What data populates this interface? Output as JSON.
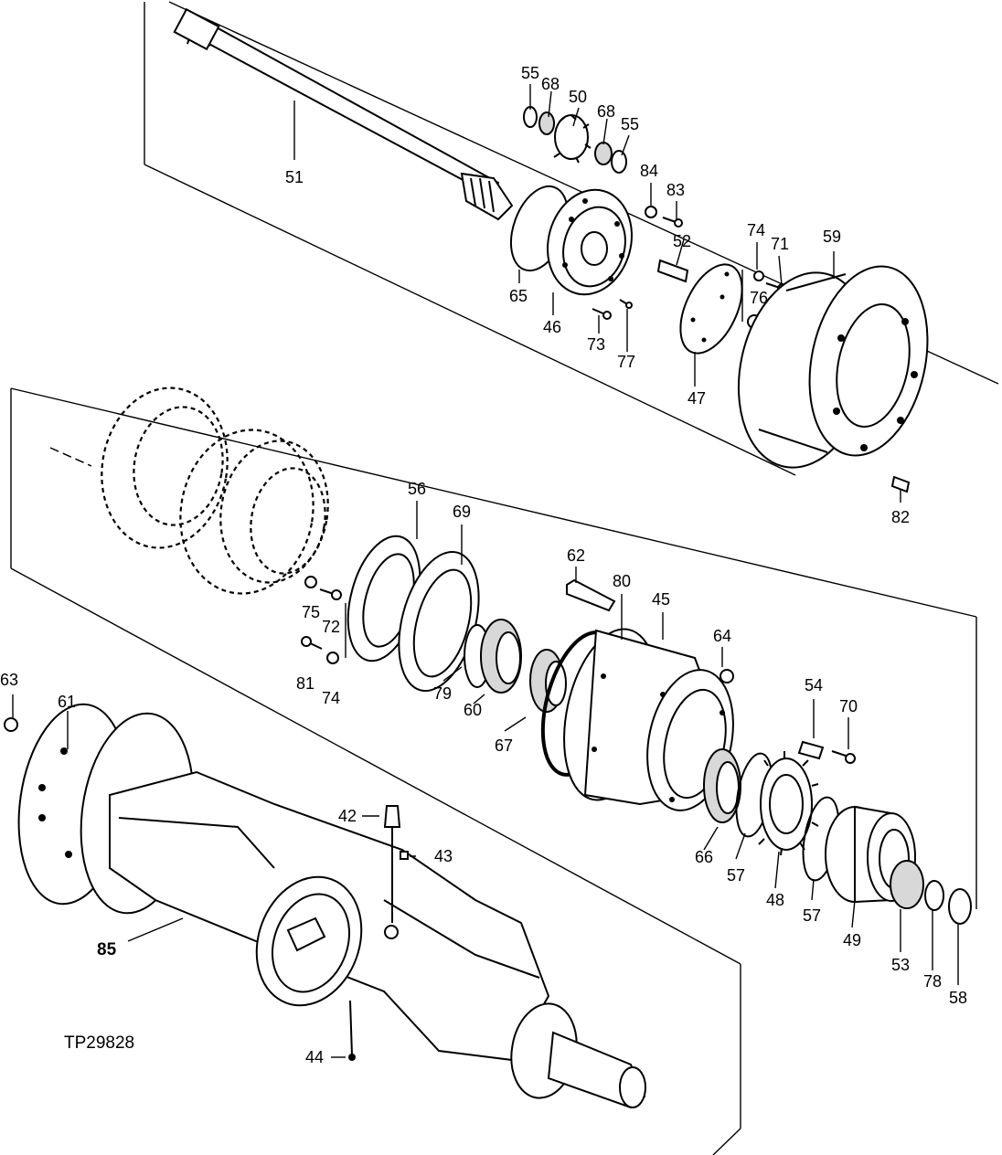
{
  "figure_id": "TP29828",
  "part_numbers": {
    "p42": "42",
    "p43": "43",
    "p44": "44",
    "p45": "45",
    "p46": "46",
    "p47": "47",
    "p48": "48",
    "p49": "49",
    "p50": "50",
    "p51": "51",
    "p52": "52",
    "p53": "53",
    "p54": "54",
    "p55a": "55",
    "p55b": "55",
    "p56": "56",
    "p57a": "57",
    "p57b": "57",
    "p58": "58",
    "p59": "59",
    "p60": "60",
    "p61": "61",
    "p62": "62",
    "p63": "63",
    "p64": "64",
    "p65": "65",
    "p66": "66",
    "p67": "67",
    "p68a": "68",
    "p68b": "68",
    "p69": "69",
    "p70": "70",
    "p71": "71",
    "p72": "72",
    "p73": "73",
    "p74a": "74",
    "p74b": "74",
    "p75": "75",
    "p76": "76",
    "p77": "77",
    "p78": "78",
    "p79": "79",
    "p80": "80",
    "p81": "81",
    "p82": "82",
    "p83": "83",
    "p84": "84",
    "p85": "85"
  }
}
